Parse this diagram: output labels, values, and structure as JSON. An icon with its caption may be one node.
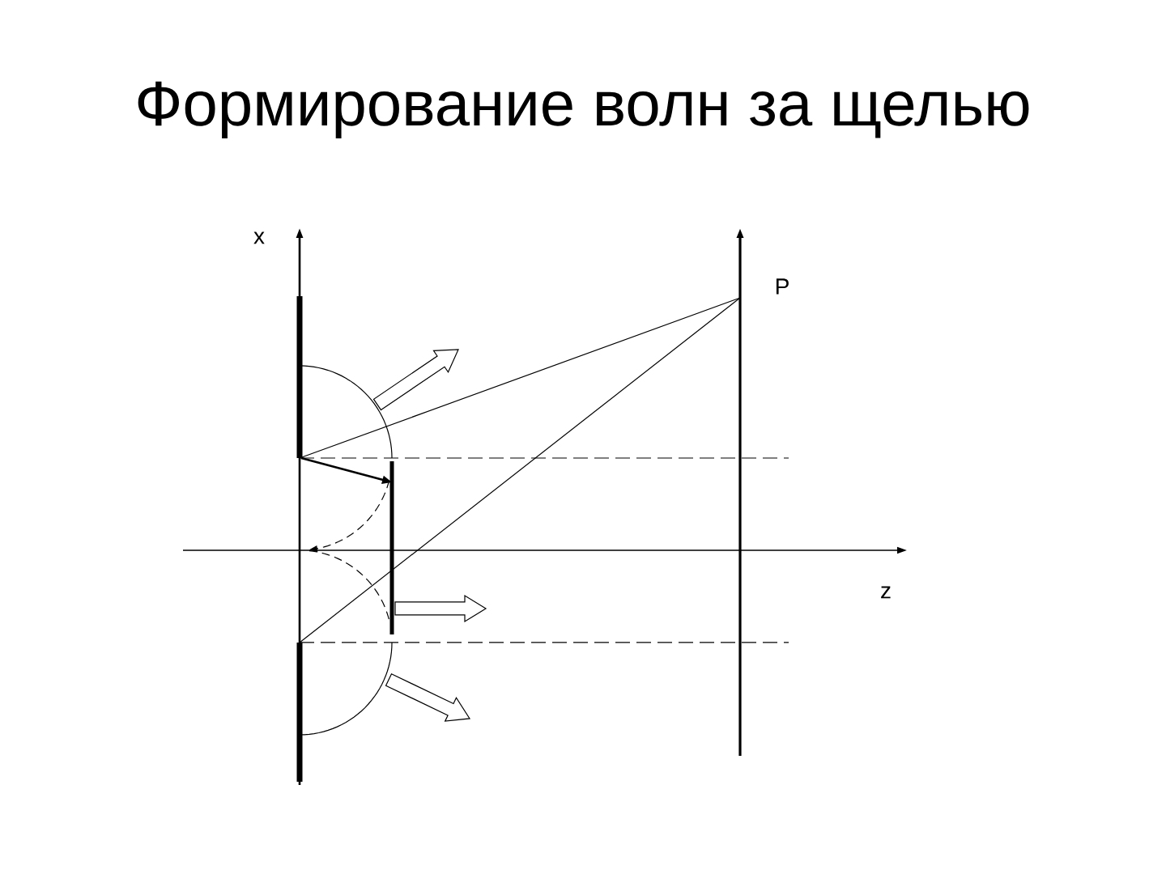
{
  "diagram": {
    "title": "Формирование волн за щелью",
    "labels": [
      "x",
      "P",
      "z"
    ]
  }
}
